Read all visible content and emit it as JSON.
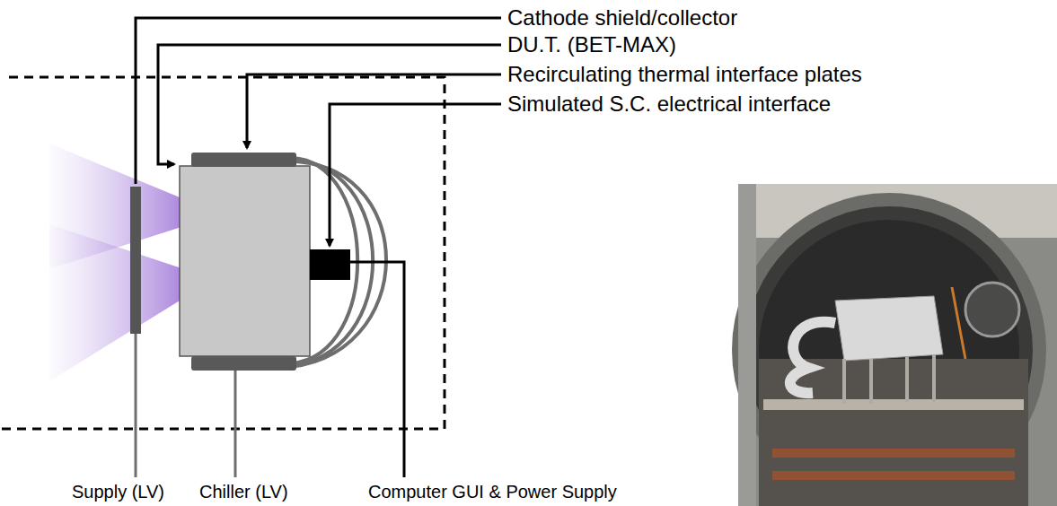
{
  "diagram": {
    "labels": [
      "Cathode shield/collector",
      "DU.T. (BET-MAX)",
      "Recirculating thermal interface plates",
      "Simulated S.C. electrical interface",
      "Supply (LV)",
      "Chiller (LV)",
      "Computer GUI & Power Supply"
    ]
  }
}
